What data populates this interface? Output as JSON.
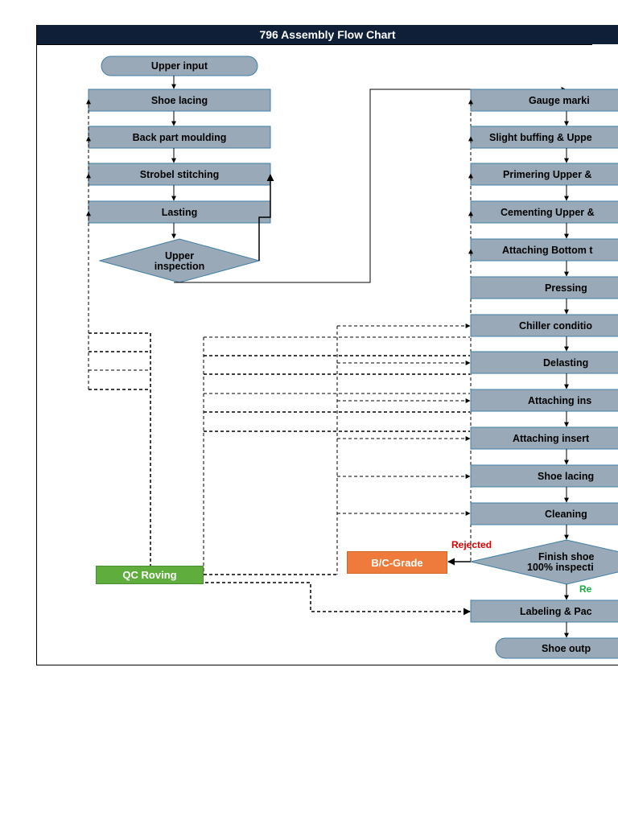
{
  "title": "796 Assembly Flow Chart",
  "left_column": {
    "start": "Upper input",
    "steps": [
      "Shoe lacing",
      "Back part moulding",
      "Strobel stitching",
      "Lasting"
    ],
    "decision": [
      "Upper",
      "inspection"
    ]
  },
  "right_column": {
    "steps": [
      "Gauge marki",
      "Slight buffing  & Uppe",
      "Primering Upper &",
      "Cementing Upper &",
      "Attaching Bottom t",
      "Pressing",
      "Chiller conditio",
      "Delasting",
      "Attaching ins",
      "Attaching insert",
      "Shoe lacing",
      "Cleaning"
    ],
    "decision": [
      "Finish shoe",
      "100% inspecti"
    ],
    "final_step": "Labeling & Pac",
    "end": "Shoe outp"
  },
  "qc_roving": "QC Roving",
  "bc_grade": "B/C-Grade",
  "rejected": "Rejected",
  "accepted": "Re",
  "colors": {
    "title_bg": "#0f1f38",
    "process_fill": "#9aa9b7",
    "process_border": "#3f7fa6",
    "qc_green": "#5fae3d",
    "grade_orange": "#ee7a3c",
    "rejected_red": "#e00000",
    "accepted_green": "#17b040"
  }
}
